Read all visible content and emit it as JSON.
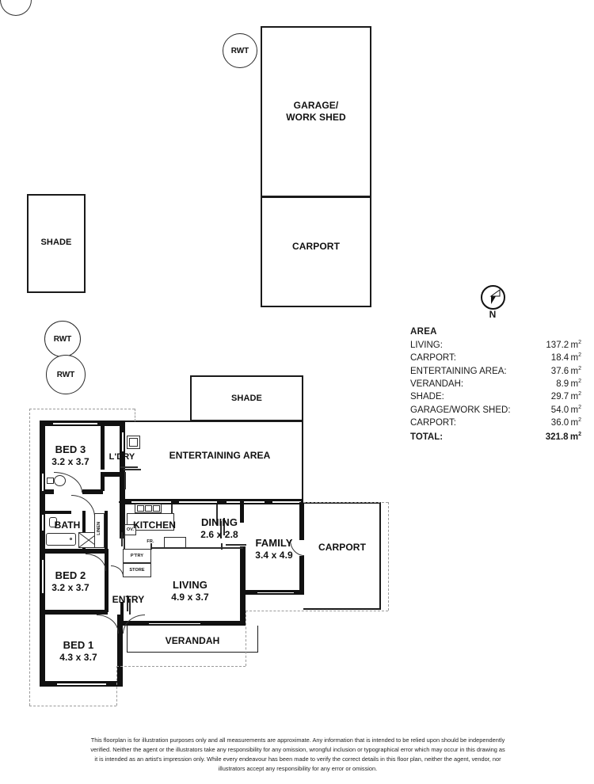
{
  "document": {
    "type": "real-estate-floorplan"
  },
  "outbuildings": {
    "garage": {
      "label_line1": "GARAGE/",
      "label_line2": "WORK SHED"
    },
    "carport_top": {
      "label": "CARPORT"
    },
    "shade_left": {
      "label": "SHADE"
    },
    "shade_mid": {
      "label": "SHADE"
    }
  },
  "tanks": [
    {
      "label": "RWT"
    },
    {
      "label": "RWT"
    },
    {
      "label": "RWT"
    }
  ],
  "rooms": [
    {
      "name": "BED 3",
      "dimensions": "3.2 x 3.7"
    },
    {
      "name": "BED 2",
      "dimensions": "3.2 x 3.7"
    },
    {
      "name": "BED 1",
      "dimensions": "4.3 x 3.7"
    },
    {
      "name": "DINING",
      "dimensions": "2.6 x 2.8"
    },
    {
      "name": "LIVING",
      "dimensions": "4.9 x 3.7"
    },
    {
      "name": "FAMILY",
      "dimensions": "3.4 x 4.9"
    }
  ],
  "spaces": {
    "ldry": "L'DRY",
    "bath": "BATH",
    "kitchen": "KITCHEN",
    "entry": "ENTRY",
    "verandah": "VERANDAH",
    "entertaining": "ENTERTAINING AREA",
    "carport_main": "CARPORT"
  },
  "fixture_labels": {
    "linen": "LINEN",
    "pantry": "P'TRY",
    "store": "STORE",
    "fridge": "FR.",
    "oven": "OV."
  },
  "area": {
    "title": "AREA",
    "unit": "m",
    "unit_exponent": "2",
    "rows": [
      {
        "label": "LIVING:",
        "value": "137.2"
      },
      {
        "label": "CARPORT:",
        "value": "18.4"
      },
      {
        "label": "ENTERTAINING AREA:",
        "value": "37.6"
      },
      {
        "label": "VERANDAH:",
        "value": "8.9"
      },
      {
        "label": "SHADE:",
        "value": "29.7"
      },
      {
        "label": "GARAGE/WORK SHED:",
        "value": "54.0"
      },
      {
        "label": "CARPORT:",
        "value": "36.0"
      }
    ],
    "total": {
      "label": "TOTAL:",
      "value": "321.8"
    }
  },
  "compass": {
    "north_label": "N"
  },
  "disclaimer": {
    "text": "This floorplan is for illustration purposes only and all measurements are approximate. Any information that is intended to be relied upon should be independently verified. Neither the agent or the illustrators take any responsibility for any omission, wrongful inclusion or typographical error which may occur in this drawing as it is intended as an artist's impression only. While every endeavour has been made to verify the correct details in this floor plan, neither the agent, vendor, nor illustrators accept any responsibility for any error or omission."
  },
  "colors": {
    "wall": "#111111",
    "outline": "#1a1a1a",
    "boundary": "#9a9a9a",
    "background": "#ffffff"
  }
}
